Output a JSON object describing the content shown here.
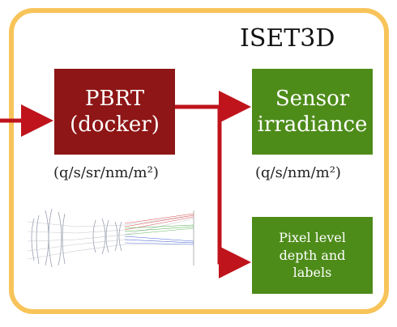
{
  "diagram": {
    "title": "ISET3D",
    "pbrt": {
      "line1": "PBRT",
      "line2": "(docker)"
    },
    "pbrt_units": "(q/s/sr/nm/m²)",
    "sensor": {
      "line1": "Sensor",
      "line2": "irradiance"
    },
    "sensor_units": "(q/s/nm/m²)",
    "pixel": {
      "line1": "Pixel level",
      "line2": "depth and",
      "line3": "labels"
    }
  },
  "colors": {
    "frame": "#f8c45a",
    "pbrt_box": "#8e1616",
    "green_box": "#4e8c1a",
    "arrow": "#c0141c"
  },
  "icons": [
    "lens-ray-trace-icon"
  ]
}
